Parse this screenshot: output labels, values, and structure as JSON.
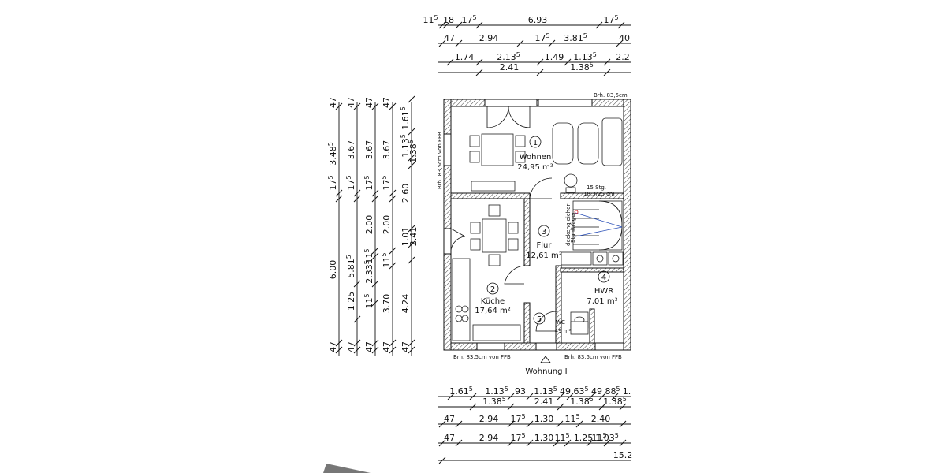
{
  "plan": {
    "unit_label": "Wohnung I",
    "rooms": [
      {
        "number": "1",
        "name": "Wohnen",
        "area": "24,95 m²"
      },
      {
        "number": "2",
        "name": "Küche",
        "area": "17,64 m²"
      },
      {
        "number": "3",
        "name": "Flur",
        "area": "12,61 m²"
      },
      {
        "number": "4",
        "name": "HWR",
        "area": "7,01 m²"
      },
      {
        "number": "5",
        "name": "WC",
        "area": "49 m²"
      }
    ],
    "stair_label_1": "15 Stg.",
    "stair_label_2": "18,3/25 cm",
    "stair_note_1": "deckengleicher",
    "stair_note_2": "Stahlträger",
    "brh_labels": {
      "top_right": "Brh. 83,5cm",
      "left_vertical": "Brh. 83,5cm von FFB",
      "bottom_left": "Brh. 83,5cm von FFB",
      "bottom_right": "Brh. 83,5cm von FFB"
    }
  },
  "dimensions": {
    "top_row1": [
      {
        "v": "11",
        "s": "5"
      },
      {
        "v": "18",
        "s": ""
      },
      {
        "v": "17",
        "s": "5"
      },
      {
        "v": "6.93",
        "s": ""
      },
      {
        "v": "17",
        "s": "5"
      }
    ],
    "top_row2": [
      {
        "v": "47",
        "s": ""
      },
      {
        "v": "2.94",
        "s": ""
      },
      {
        "v": "17",
        "s": "5"
      },
      {
        "v": "3.81",
        "s": "5"
      },
      {
        "v": "40",
        "s": ""
      }
    ],
    "top_row3": [
      {
        "v": "1.74",
        "s": ""
      },
      {
        "v": "2.13",
        "s": "5"
      },
      {
        "v": "1.49",
        "s": ""
      },
      {
        "v": "1.13",
        "s": "5"
      },
      {
        "v": "2.2",
        "s": ""
      }
    ],
    "top_row4": [
      {
        "v": "2.41",
        "s": ""
      },
      {
        "v": "1.38",
        "s": "5"
      }
    ],
    "left_col1": [
      {
        "v": "47",
        "s": ""
      },
      {
        "v": "3.48",
        "s": "5"
      },
      {
        "v": "17",
        "s": "5"
      },
      {
        "v": "6.00",
        "s": ""
      },
      {
        "v": "47",
        "s": ""
      }
    ],
    "left_col2": [
      {
        "v": "47",
        "s": ""
      },
      {
        "v": "3.67",
        "s": ""
      },
      {
        "v": "17",
        "s": "5"
      },
      {
        "v": "5.81",
        "s": "5"
      },
      {
        "v": "1.25",
        "s": ""
      },
      {
        "v": "47",
        "s": ""
      }
    ],
    "left_col3": [
      {
        "v": "47",
        "s": ""
      },
      {
        "v": "3.67",
        "s": ""
      },
      {
        "v": "17",
        "s": "5"
      },
      {
        "v": "2.00",
        "s": ""
      },
      {
        "v": "11",
        "s": "5"
      },
      {
        "v": "2.33",
        "s": "5"
      },
      {
        "v": "11",
        "s": "5"
      },
      {
        "v": "47",
        "s": ""
      }
    ],
    "left_col4": [
      {
        "v": "47",
        "s": ""
      },
      {
        "v": "3.67",
        "s": ""
      },
      {
        "v": "17",
        "s": "5"
      },
      {
        "v": "2.00",
        "s": ""
      },
      {
        "v": "11",
        "s": "5"
      },
      {
        "v": "3.70",
        "s": ""
      },
      {
        "v": "47",
        "s": ""
      }
    ],
    "left_col5": [
      {
        "v": "1.61",
        "s": "5"
      },
      {
        "v": "1.13",
        "s": "5"
      },
      {
        "v": "1.38",
        "s": "5"
      },
      {
        "v": "2.60",
        "s": ""
      },
      {
        "v": "1.01",
        "s": ""
      },
      {
        "v": "2.41",
        "s": ""
      },
      {
        "v": "4.24",
        "s": ""
      },
      {
        "v": "47",
        "s": ""
      }
    ],
    "bottom_row1": [
      {
        "v": "1.61",
        "s": "5"
      },
      {
        "v": "1.13",
        "s": "5"
      },
      {
        "v": "93",
        "s": ""
      },
      {
        "v": "1.13",
        "s": "5"
      },
      {
        "v": "49",
        "s": ""
      },
      {
        "v": "63",
        "s": "5"
      },
      {
        "v": "49",
        "s": ""
      },
      {
        "v": "88",
        "s": "5"
      },
      {
        "v": "1.",
        "s": ""
      }
    ],
    "bottom_row2": [
      {
        "v": "1.38",
        "s": "5"
      },
      {
        "v": "2.41",
        "s": ""
      },
      {
        "v": "1.38",
        "s": "5"
      },
      {
        "v": "1.38",
        "s": "5"
      }
    ],
    "bottom_row3": [
      {
        "v": "47",
        "s": ""
      },
      {
        "v": "2.94",
        "s": ""
      },
      {
        "v": "17",
        "s": "5"
      },
      {
        "v": "1.30",
        "s": ""
      },
      {
        "v": "11",
        "s": "5"
      },
      {
        "v": "2.40",
        "s": ""
      }
    ],
    "bottom_row4": [
      {
        "v": "47",
        "s": ""
      },
      {
        "v": "2.94",
        "s": ""
      },
      {
        "v": "17",
        "s": "5"
      },
      {
        "v": "1.30",
        "s": ""
      },
      {
        "v": "11",
        "s": "5"
      },
      {
        "v": "1.25",
        "s": ""
      },
      {
        "v": "11",
        "s": "5"
      },
      {
        "v": "1.03",
        "s": "5"
      }
    ],
    "bottom_row5": [
      {
        "v": "15.2",
        "s": ""
      }
    ]
  }
}
